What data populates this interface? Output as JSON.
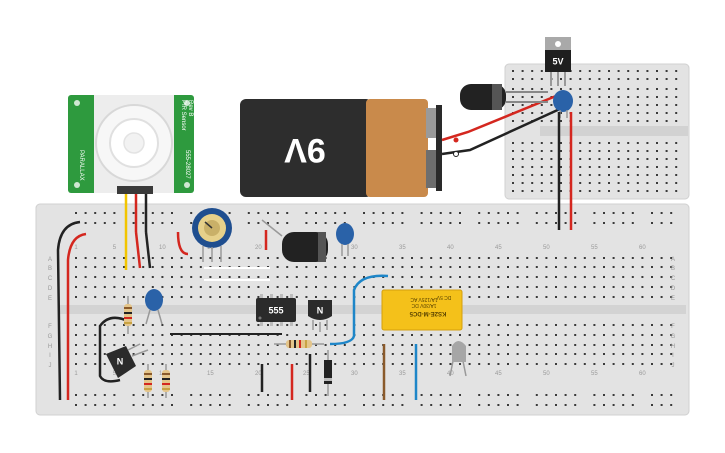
{
  "battery": {
    "label": "9V"
  },
  "regulator": {
    "label": "5V"
  },
  "pir": {
    "title": "PIR Sensor",
    "rev": "Rev B",
    "part": "555-28027",
    "brand": "PARALLAX"
  },
  "timer_ic": {
    "label": "555"
  },
  "transistor_top": {
    "label": "N"
  },
  "transistor_left": {
    "label": "N"
  },
  "relay": {
    "line1": "DC 5V",
    "line2": "KS2E-M-DC5",
    "line3": "1A/30V DC",
    "line4": "1A/125V AC"
  },
  "breadboard": {
    "col_numbers": [
      "1",
      "5",
      "10",
      "15",
      "20",
      "25",
      "30",
      "35",
      "40",
      "45",
      "50",
      "55",
      "60"
    ],
    "row_letters_top": [
      "A",
      "B",
      "C",
      "D",
      "E"
    ],
    "row_letters_bottom": [
      "F",
      "G",
      "H",
      "I",
      "J"
    ]
  },
  "colors": {
    "board": "#e3e3e3",
    "hole": "#3a3a3a",
    "wire_red": "#d4271f",
    "wire_black": "#222222",
    "wire_blue": "#1e86c8",
    "wire_yellow": "#f2c500",
    "wire_brown": "#8a5a2b",
    "pir_green": "#2e9a3e",
    "relay_yellow": "#f4c11a",
    "cap_blue": "#2a62a8"
  }
}
